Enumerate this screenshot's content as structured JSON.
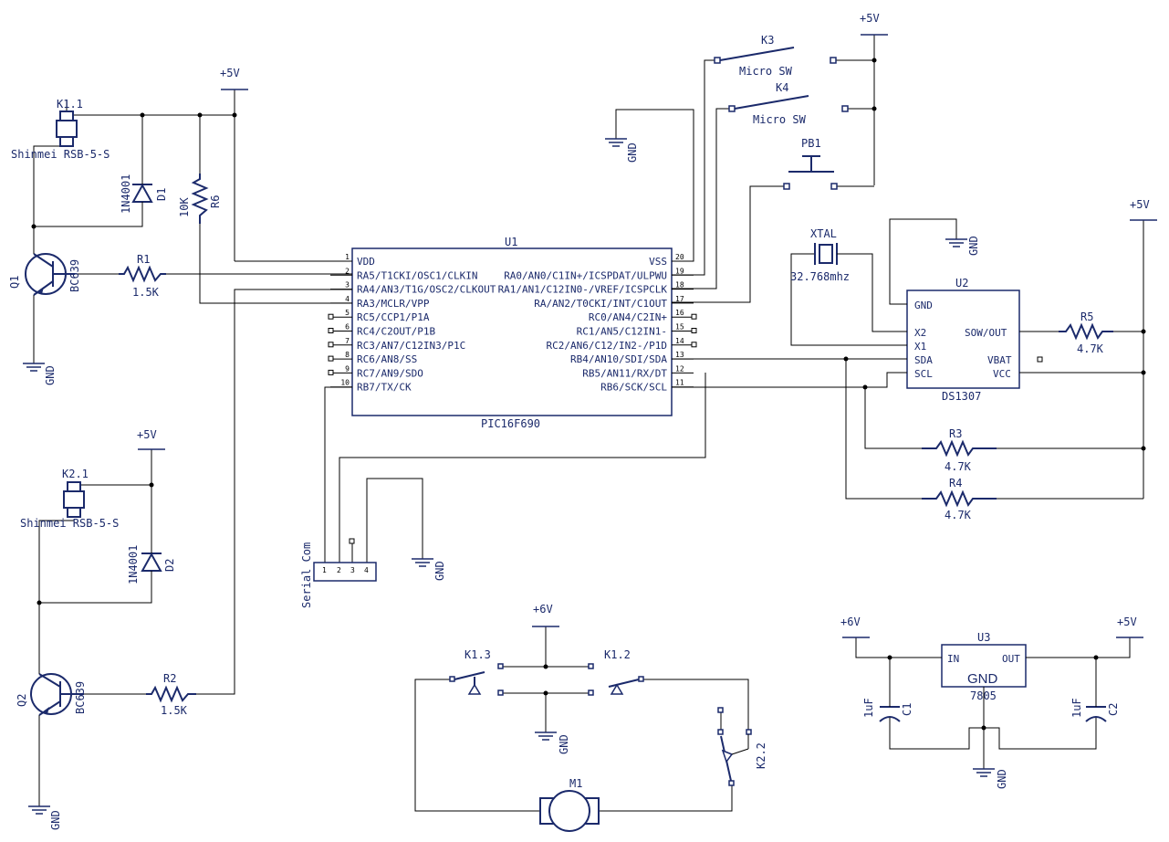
{
  "u1": {
    "ref": "U1",
    "part": "PIC16F690",
    "left_pins": [
      {
        "num": "1",
        "name": "VDD"
      },
      {
        "num": "2",
        "name": "RA5/T1CKI/OSC1/CLKIN"
      },
      {
        "num": "3",
        "name": "RA4/AN3/T1G/OSC2/CLKOUT"
      },
      {
        "num": "4",
        "name": "RA3/MCLR/VPP"
      },
      {
        "num": "5",
        "name": "RC5/CCP1/P1A"
      },
      {
        "num": "6",
        "name": "RC4/C2OUT/P1B"
      },
      {
        "num": "7",
        "name": "RC3/AN7/C12IN3/P1C"
      },
      {
        "num": "8",
        "name": "RC6/AN8/SS"
      },
      {
        "num": "9",
        "name": "RC7/AN9/SDO"
      },
      {
        "num": "10",
        "name": "RB7/TX/CK"
      }
    ],
    "right_pins": [
      {
        "num": "20",
        "name": "VSS"
      },
      {
        "num": "19",
        "name": "RA0/AN0/C1IN+/ICSPDAT/ULPWU"
      },
      {
        "num": "18",
        "name": "RA1/AN1/C12IN0-/VREF/ICSPCLK"
      },
      {
        "num": "17",
        "name": "RA/AN2/T0CKI/INT/C1OUT"
      },
      {
        "num": "16",
        "name": "RC0/AN4/C2IN+"
      },
      {
        "num": "15",
        "name": "RC1/AN5/C12IN1-"
      },
      {
        "num": "14",
        "name": "RC2/AN6/C12/IN2-/P1D"
      },
      {
        "num": "13",
        "name": "RB4/AN10/SDI/SDA"
      },
      {
        "num": "12",
        "name": "RB5/AN11/RX/DT"
      },
      {
        "num": "11",
        "name": "RB6/SCK/SCL"
      }
    ]
  },
  "u2": {
    "ref": "U2",
    "part": "DS1307",
    "pins": [
      "GND",
      "X2",
      "X1",
      "SDA",
      "SCL",
      "SOW/OUT",
      "VBAT",
      "VCC"
    ]
  },
  "u3": {
    "ref": "U3",
    "part": "7805",
    "in": "IN",
    "out": "OUT",
    "gnd": "GND"
  },
  "power": {
    "p5v": "+5V",
    "p6v": "+6V",
    "gnd": "GND"
  },
  "q1": {
    "ref": "Q1",
    "part": "BC639"
  },
  "q2": {
    "ref": "Q2",
    "part": "BC639"
  },
  "k11": {
    "ref": "K1.1",
    "part": "Shinmei RSB-5-S"
  },
  "k21": {
    "ref": "K2.1",
    "part": "Shinmei RSB-5-S"
  },
  "k12": "K1.2",
  "k13": "K1.3",
  "k22": "K2.2",
  "k3": {
    "ref": "K3",
    "part": "Micro SW"
  },
  "k4": {
    "ref": "K4",
    "part": "Micro SW"
  },
  "pb1": "PB1",
  "d1": {
    "ref": "D1",
    "part": "1N4001"
  },
  "d2": {
    "ref": "D2",
    "part": "1N4001"
  },
  "r1": {
    "ref": "R1",
    "value": "1.5K"
  },
  "r2": {
    "ref": "R2",
    "value": "1.5K"
  },
  "r3": {
    "ref": "R3",
    "value": "4.7K"
  },
  "r4": {
    "ref": "R4",
    "value": "4.7K"
  },
  "r5": {
    "ref": "R5",
    "value": "4.7K"
  },
  "r6": {
    "ref": "R6",
    "value": "10K"
  },
  "xtal": {
    "ref": "XTAL",
    "value": "32.768mhz"
  },
  "c1": {
    "ref": "C1",
    "value": "1uF"
  },
  "c2": {
    "ref": "C2",
    "value": "1uF"
  },
  "m1": "M1",
  "serial": {
    "label": "Serial Com",
    "pins": [
      "1",
      "2",
      "3",
      "4"
    ]
  }
}
